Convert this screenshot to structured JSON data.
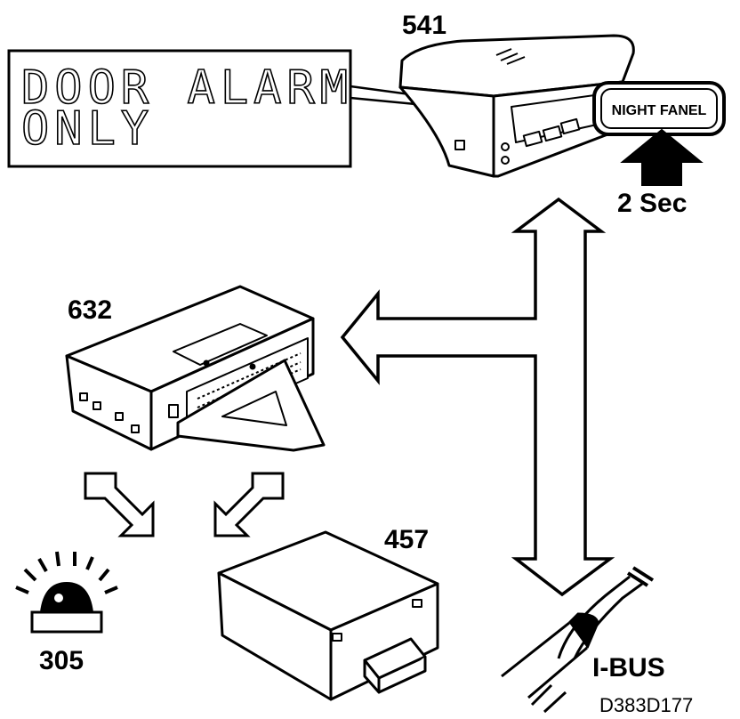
{
  "display": {
    "line1": "DOOR ALARM",
    "line2": "ONLY"
  },
  "components": {
    "instrument_cluster": {
      "number": "541",
      "button_label": "NIGHT FANEL"
    },
    "control_module": {
      "number": "632"
    },
    "siren_unit": {
      "number": "457"
    },
    "alarm_lamp": {
      "number": "305"
    },
    "bus_connector": {
      "label": "I-BUS"
    }
  },
  "hold_time": "2 Sec",
  "figure_code": "D383D177"
}
